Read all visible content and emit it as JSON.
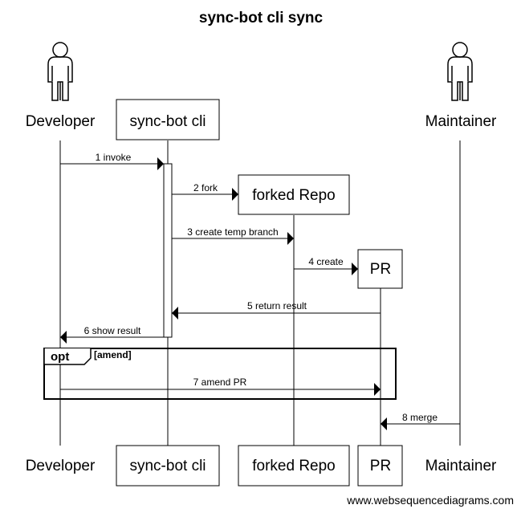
{
  "title": "sync-bot cli sync",
  "participants": {
    "developer": "Developer",
    "cli": "sync-bot cli",
    "repo": "forked Repo",
    "pr": "PR",
    "maintainer": "Maintainer"
  },
  "messages": [
    {
      "label": "1 invoke",
      "from": "developer",
      "to": "cli",
      "style": "solid"
    },
    {
      "label": "2 fork",
      "from": "cli",
      "to": "repo",
      "style": "solid"
    },
    {
      "label": "3 create temp branch",
      "from": "cli",
      "to": "repo",
      "style": "solid"
    },
    {
      "label": "4 create",
      "from": "repo",
      "to": "pr",
      "style": "solid"
    },
    {
      "label": "5 return result",
      "from": "pr",
      "to": "cli",
      "style": "solid"
    },
    {
      "label": "6 show result",
      "from": "cli",
      "to": "developer",
      "style": "solid"
    },
    {
      "label": "7 amend PR",
      "from": "developer",
      "to": "pr",
      "style": "solid"
    },
    {
      "label": "8 merge",
      "from": "maintainer",
      "to": "pr",
      "style": "solid"
    }
  ],
  "frame": {
    "operator": "opt",
    "condition": "[amend]"
  },
  "watermark": "www.websequencediagrams.com"
}
